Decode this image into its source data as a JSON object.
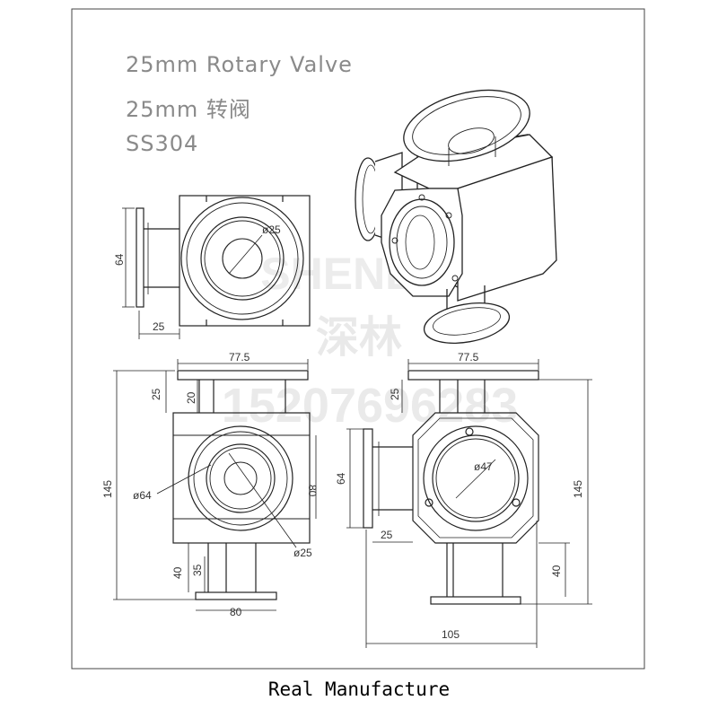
{
  "titles": {
    "line1": "25mm Rotary Valve",
    "line2": "25mm 转阀",
    "line3": "SS304"
  },
  "watermark": {
    "brand": "SHENLIN",
    "chinese": "深林",
    "phone": "15207696283"
  },
  "footer": "Real Manufacture",
  "dimensions": {
    "side_height": "64",
    "side_flange_len": "25",
    "side_bore": "ø25",
    "front_top_width": "77.5",
    "front_top_flange": "25",
    "front_top_neck": "20",
    "front_total_height": "145",
    "front_body_dia": "ø64",
    "front_body_height": "80",
    "front_bore": "ø25",
    "front_bottom_flange": "40",
    "front_bottom_neck": "35",
    "front_bottom_width": "80",
    "rear_top_width": "77.5",
    "rear_top_flange": "25",
    "rear_left_height": "64",
    "rear_window_dia": "ø47",
    "rear_left_flange": "25",
    "rear_total_height": "145",
    "rear_bottom_flange": "40",
    "rear_total_width": "105"
  }
}
